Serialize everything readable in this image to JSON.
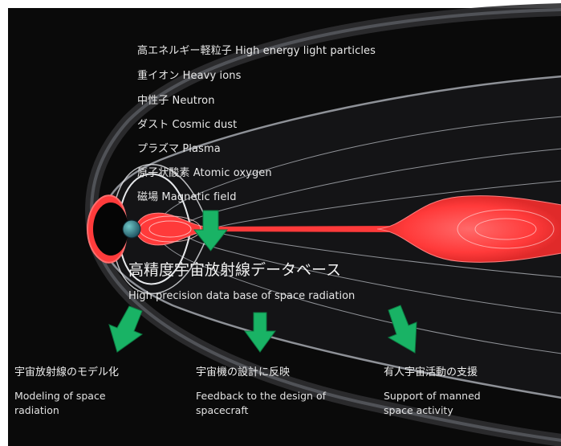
{
  "colors": {
    "background": "#0a0a0a",
    "plasma_red": "#ff3a3a",
    "field_lines": "#cfd3d8",
    "arrow_green": "#19b365",
    "text": "#e9e9e9"
  },
  "environment_items": [
    "高エネルギー軽粒子 High energy light particles",
    "重イオン Heavy ions",
    "中性子 Neutron",
    "ダスト Cosmic dust",
    "プラズマ Plasma",
    "原子状酸素 Atomic oxygen",
    "磁場 Magnetic field"
  ],
  "database": {
    "title_ja": "高精度宇宙放射線データベース",
    "title_en": "High precision data base of space radiation"
  },
  "applications": [
    {
      "ja": "宇宙放射線のモデル化",
      "en_line1": "Modeling of space",
      "en_line2": "radiation"
    },
    {
      "ja": "宇宙機の設計に反映",
      "en_line1": "Feedback to the design of",
      "en_line2": "spacecraft"
    },
    {
      "ja": "有人宇宙活動の支援",
      "en_line1": "Support of manned",
      "en_line2": "space activity"
    }
  ],
  "icons": [
    "earth-icon",
    "arrow-down-icon",
    "arrow-down-left-icon",
    "arrow-down-right-icon"
  ]
}
